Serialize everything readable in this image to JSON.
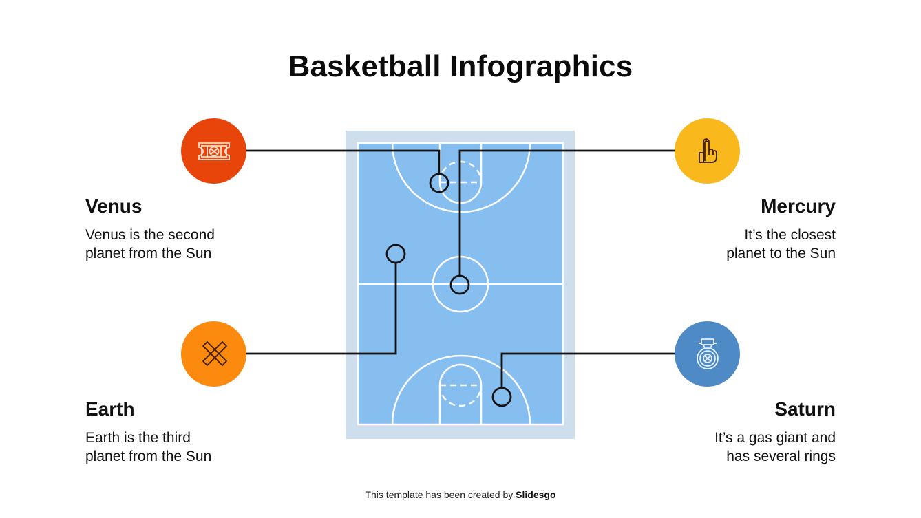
{
  "slide": {
    "title": "Basketball Infographics",
    "footer": {
      "prefix": "This template has been created by ",
      "link_text": "Slidesgo"
    }
  },
  "colors": {
    "court_outer": "#cfdeec",
    "court_inner": "#86bef0",
    "court_lines": "#ffffff",
    "connector": "#111111",
    "venus": "#e8450b",
    "earth": "#fb8a0f",
    "mercury": "#f9b81c",
    "saturn": "#4e8ac5"
  },
  "items": [
    {
      "id": "venus",
      "title": "Venus",
      "desc_line1": "Venus is the second",
      "desc_line2": "planet from the Sun",
      "icon": "ticket-basketball-icon",
      "side": "left"
    },
    {
      "id": "earth",
      "title": "Earth",
      "desc_line1": "Earth is the third",
      "desc_line2": "planet from the Sun",
      "icon": "crossed-tape-icon",
      "side": "left"
    },
    {
      "id": "mercury",
      "title": "Mercury",
      "desc_line1": "It’s the closest",
      "desc_line2": "planet to the Sun",
      "icon": "foam-finger-icon",
      "side": "right"
    },
    {
      "id": "saturn",
      "title": "Saturn",
      "desc_line1": "It’s a gas giant and",
      "desc_line2": "has several rings",
      "icon": "basketball-medal-icon",
      "side": "right"
    }
  ]
}
